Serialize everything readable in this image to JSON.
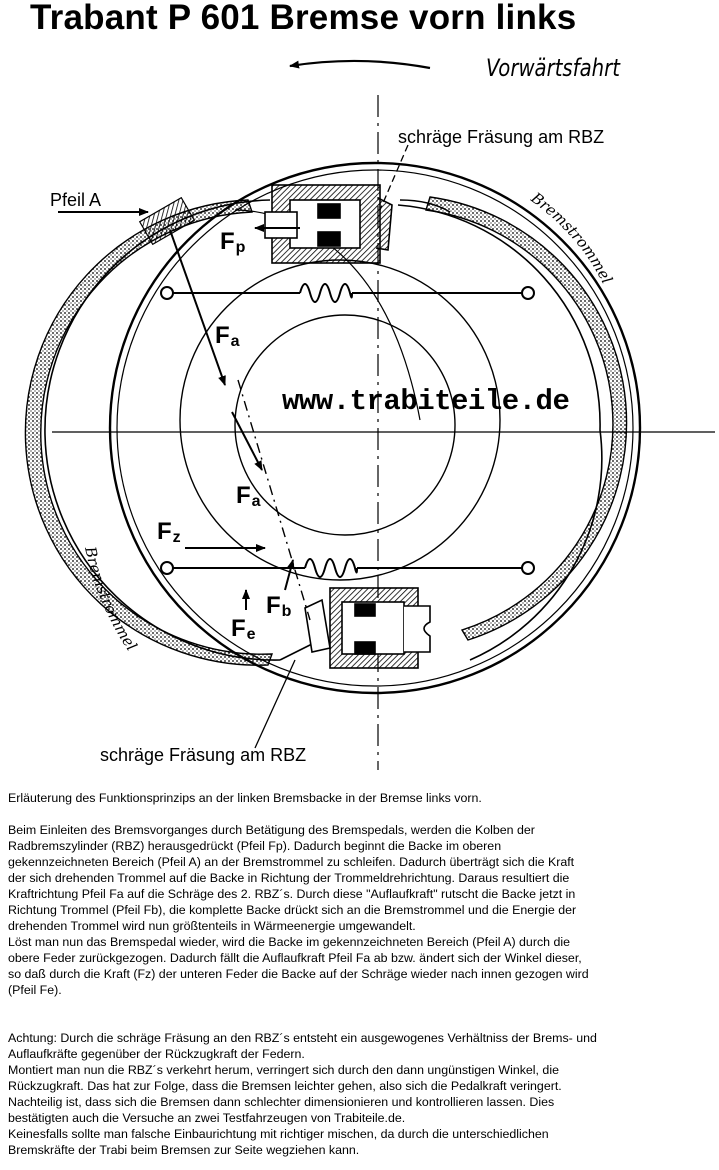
{
  "title": "Trabant P 601 Bremse vorn links",
  "diagram": {
    "direction_label": "Vorwärtsfahrt",
    "label_top_rbz": "schräge Fräsung am RBZ",
    "label_bottom_rbz": "schräge Fräsung am RBZ",
    "label_arrow_a": "Pfeil  A",
    "watermark_url": "www.trabiteile.de",
    "drum_label_right": "Bremstrommel",
    "drum_label_left": "Bremstrommel",
    "forces": {
      "fp": {
        "letter": "F",
        "sub": "p"
      },
      "fa_upper": {
        "letter": "F",
        "sub": "a"
      },
      "fa_lower": {
        "letter": "F",
        "sub": "a"
      },
      "fz": {
        "letter": "F",
        "sub": "z"
      },
      "fb": {
        "letter": "F",
        "sub": "b"
      },
      "fe": {
        "letter": "F",
        "sub": "e"
      }
    }
  },
  "text": {
    "intro": "Erläuterung des Funktionsprinzips an der linken Bremsbacke in der Bremse links vorn.",
    "body": [
      "Beim Einleiten des Bremsvorganges durch Betätigung des Bremspedals, werden die Kolben der",
      "Radbremszylinder (RBZ) herausgedrückt (Pfeil Fp). Dadurch beginnt die Backe im oberen",
      "gekennzeichneten Bereich (Pfeil A) an der Bremstrommel zu schleifen. Dadurch überträgt sich die Kraft",
      "der sich drehenden Trommel auf die Backe in Richtung der Trommeldrehrichtung. Daraus resultiert die",
      "Kraftrichtung Pfeil Fa auf die Schräge des 2. RBZ´s. Durch diese \"Auflaufkraft\" rutscht die Backe jetzt in",
      "Richtung Trommel (Pfeil Fb), die komplette Backe drückt sich an die Bremstrommel und die Energie der",
      "drehenden Trommel wird nun größtenteils in Wärmeenergie umgewandelt.",
      "Löst man nun das Bremspedal wieder, wird die Backe im gekennzeichneten Bereich (Pfeil A) durch die",
      "obere Feder zurückgezogen. Dadurch fällt die Auflaufkraft Pfeil Fa ab bzw. ändert sich der Winkel dieser,",
      "so daß durch die Kraft (Fz) der unteren Feder die Backe auf der Schräge wieder nach innen gezogen wird",
      "(Pfeil Fe)."
    ],
    "note": [
      "Achtung: Durch die schräge Fräsung an den RBZ´s entsteht ein ausgewogenes Verhältniss der Brems- und",
      "Auflaufkräfte gegenüber der Rückzugkraft der Federn.",
      "Montiert man nun die RBZ´s verkehrt herum, verringert sich durch den dann ungünstigen Winkel, die",
      "Rückzugkraft. Das hat zur Folge, dass die Bremsen leichter gehen, also sich die Pedalkraft veringert.",
      "Nachteilig ist, dass sich die Bremsen dann schlechter dimensionieren und kontrollieren lassen. Dies",
      "bestätigten auch die Versuche an zwei Testfahrzeugen von Trabiteile.de.",
      "Keinesfalls sollte man falsche Einbaurichtung mit richtiger mischen, da durch die unterschiedlichen",
      "Bremskräfte der Trabi beim Bremsen zur Seite wegziehen kann."
    ]
  }
}
